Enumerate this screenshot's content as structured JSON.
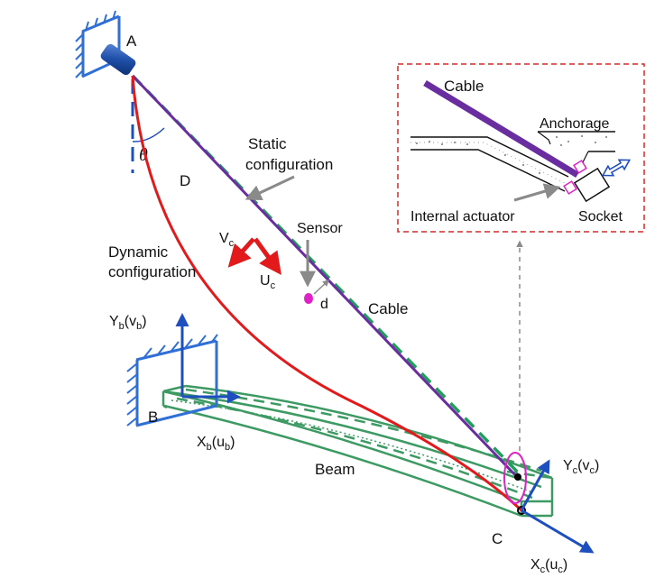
{
  "labels": {
    "point_a": "A",
    "point_b": "B",
    "point_c": "C",
    "point_d": "D",
    "theta": "θ",
    "static_line1": "Static",
    "static_line2": "configuration",
    "dynamic_line1": "Dynamic",
    "dynamic_line2": "configuration",
    "sensor": "Sensor",
    "d_offset": "d",
    "cable": "Cable",
    "beam": "Beam",
    "vc_main": "V",
    "vc_sub": "c",
    "uc_main": "U",
    "uc_sub": "c",
    "yb_main": "Y",
    "yb_sub1": "b",
    "yb_mid": "(v",
    "yb_sub2": "b",
    "yb_end": ")",
    "xb_main": "X",
    "xb_sub1": "b",
    "xb_mid": "(u",
    "xb_sub2": "b",
    "xb_end": ")",
    "yc_main": "Y",
    "yc_sub1": "c",
    "yc_mid": "(v",
    "yc_sub2": "c",
    "yc_end": ")",
    "xc_main": "X",
    "xc_sub1": "c",
    "xc_mid": "(u",
    "xc_sub2": "c",
    "xc_end": ")"
  },
  "inset": {
    "cable": "Cable",
    "anchorage": "Anchorage",
    "internal_actuator": "Internal actuator",
    "socket": "Socket"
  },
  "colors": {
    "cable_purple": "#6a2da0",
    "dynamic_red": "#e31a1c",
    "static_green": "#1fa05a",
    "beam_green": "#3c9a62",
    "support_blue": "#2f6fd6",
    "axis_blue": "#1f4fbf",
    "sensor_magenta": "#e020c8",
    "inset_red": "#d62828",
    "gray": "#8a8a8a"
  }
}
